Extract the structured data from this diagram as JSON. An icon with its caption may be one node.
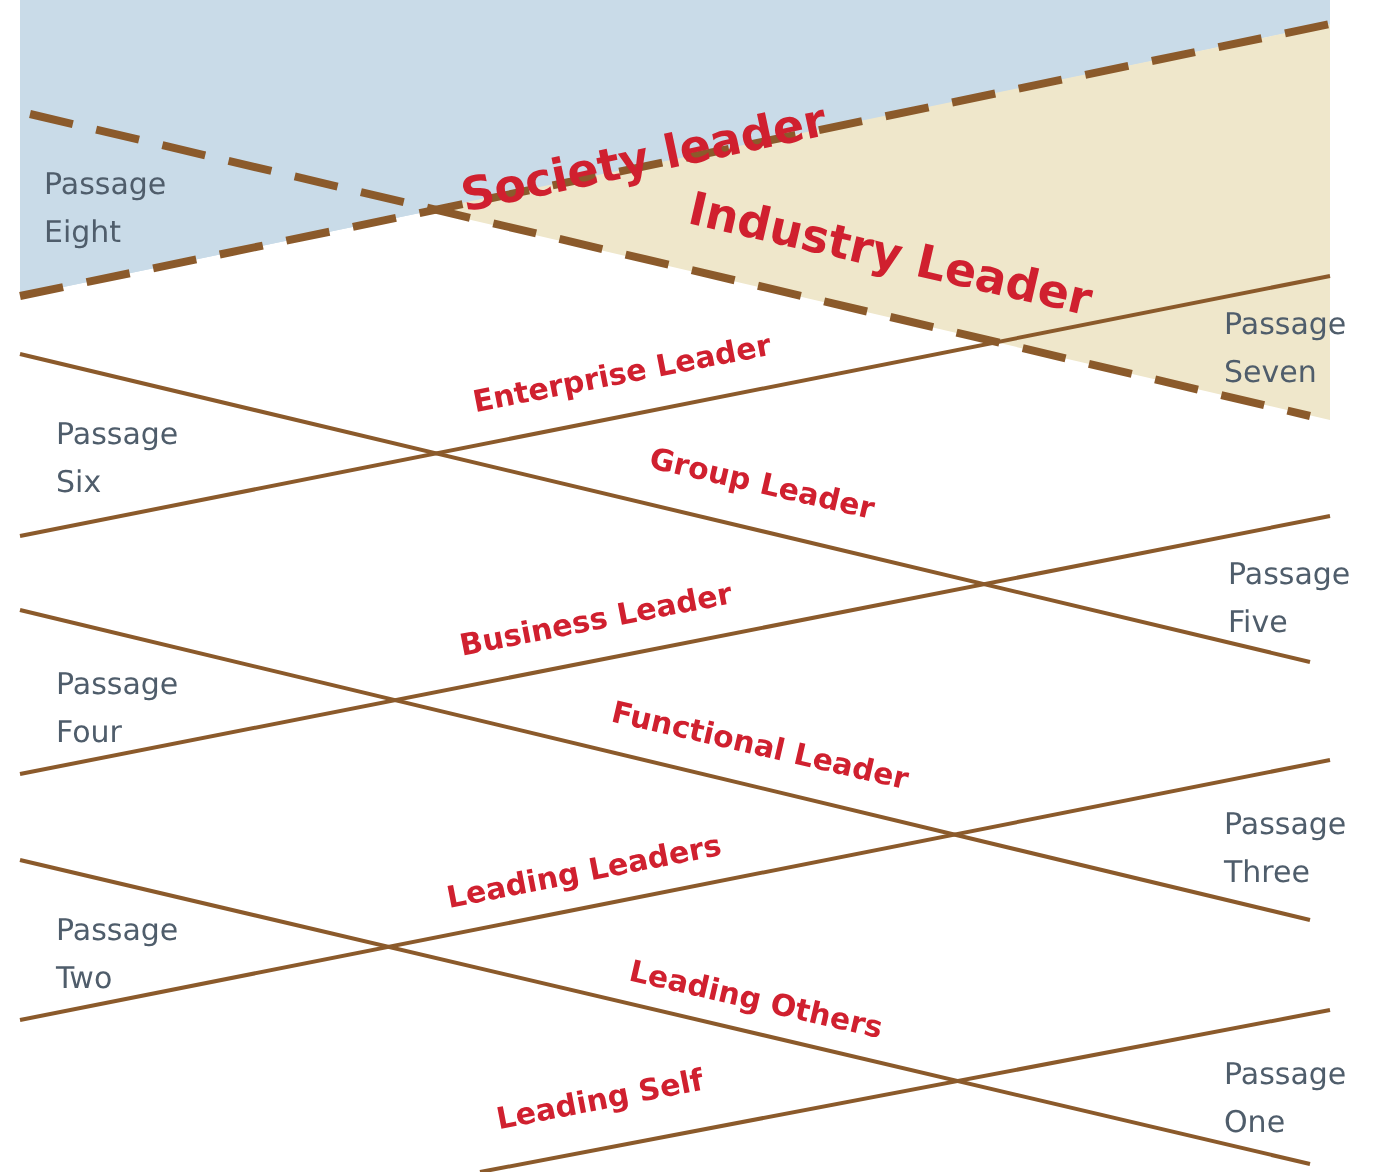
{
  "diagram": {
    "labels": [
      "Society leader",
      "Passage Eight",
      "Industry Leader",
      "Passage Seven",
      "Enterprise Leader",
      "Passage Six",
      "Group Leader",
      "Passage Five",
      "Business Leader",
      "Passage Four",
      "Functional Leader",
      "Passage Three",
      "Leading Leaders",
      "Passage Two",
      "Leading Others",
      "Leading Self",
      "Passage One"
    ]
  }
}
